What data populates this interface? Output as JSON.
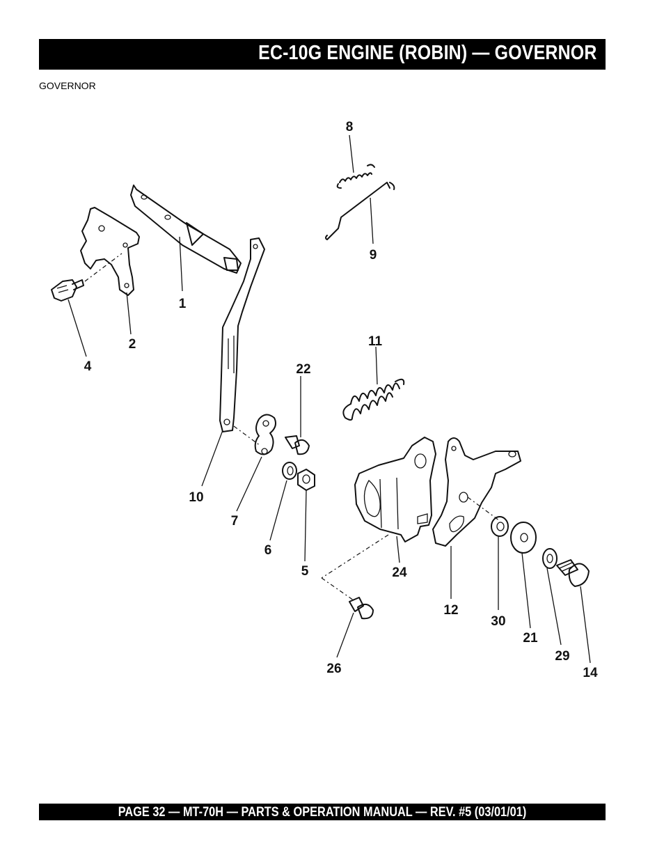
{
  "header": {
    "title": "EC-10G ENGINE (ROBIN) — GOVERNOR"
  },
  "section": {
    "label": "GOVERNOR"
  },
  "footer": {
    "text": "PAGE 32 — MT-70H — PARTS & OPERATION MANUAL — REV. #5 (03/01/01)"
  },
  "callouts": {
    "c1": "1",
    "c2": "2",
    "c4": "4",
    "c5": "5",
    "c6": "6",
    "c7": "7",
    "c8": "8",
    "c9": "9",
    "c10": "10",
    "c11": "11",
    "c12": "12",
    "c14": "14",
    "c21": "21",
    "c22": "22",
    "c24": "24",
    "c26": "26",
    "c29": "29",
    "c30": "30"
  }
}
